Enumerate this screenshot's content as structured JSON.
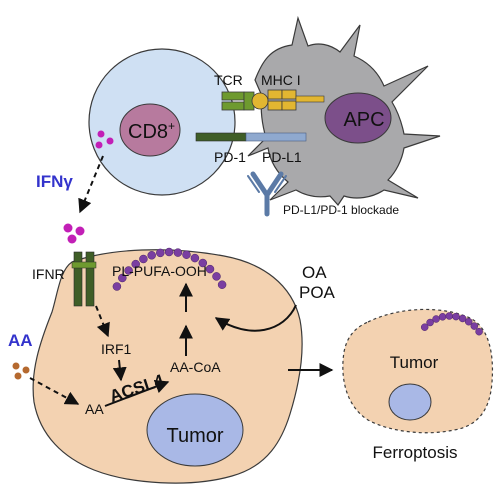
{
  "labels": {
    "cd8": "CD8",
    "cd8_sup": "+",
    "apc": "APC",
    "tcr": "TCR",
    "mhc": "MHC I",
    "pd1": "PD-1",
    "pdl1": "PD-L1",
    "blockade": "PD-L1/PD-1 blockade",
    "ifng": "IFNγ",
    "ifnr": "IFNR",
    "aa_outside": "AA",
    "pl_pufa": "PL-PUFA-OOH",
    "oa": "OA",
    "poa": "POA",
    "irf1": "IRF1",
    "acsl4": "ACSL4",
    "aacoa": "AA-CoA",
    "aa_inside": "AA",
    "tumor": "Tumor",
    "tumor_right": "Tumor",
    "ferroptosis": "Ferroptosis"
  },
  "colors": {
    "cd8_cell": "#cfe0f3",
    "cd8_nucleus": "#b77a9e",
    "apc_cell": "#a9a9ab",
    "apc_nucleus": "#7c4f8a",
    "tumor_cell": "#f3d2b1",
    "tumor_nucleus": "#a9b8e6",
    "ifn_dots": "#c21fb6",
    "aa_dots": "#b5692f",
    "lipid_beads": "#7a3ea1",
    "tcr_green": "#6e9a2f",
    "mhc_yellow": "#e2b631",
    "pd1_green": "#3f5e27",
    "pdl1_blue": "#8fa9cf",
    "antibody": "#5b7aa6",
    "ifng_text": "#3333cc",
    "aa_text": "#3333cc"
  }
}
